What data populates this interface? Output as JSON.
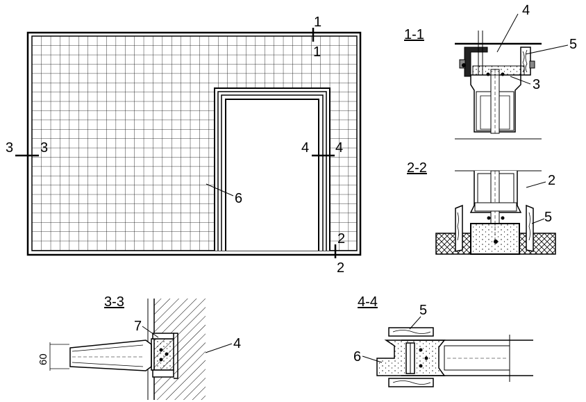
{
  "sections": {
    "s11": "1-1",
    "s22": "2-2",
    "s33": "3-3",
    "s44": "4-4"
  },
  "cut_marks": {
    "one_top": "1",
    "one_bottom": "1",
    "two_top": "2",
    "two_bottom": "2",
    "three_left": "3",
    "three_right": "3",
    "four_left": "4",
    "four_right": "4"
  },
  "callouts": {
    "door_frame": "6",
    "s11_panel": "4",
    "s11_pad": "5",
    "s11_beam": "3",
    "s22_beam": "2",
    "s22_pad": "5",
    "s33_seal": "7",
    "s33_wall": "4",
    "s44_pad": "5",
    "s44_frame": "6"
  },
  "dimensions": {
    "s33_height": "60"
  }
}
